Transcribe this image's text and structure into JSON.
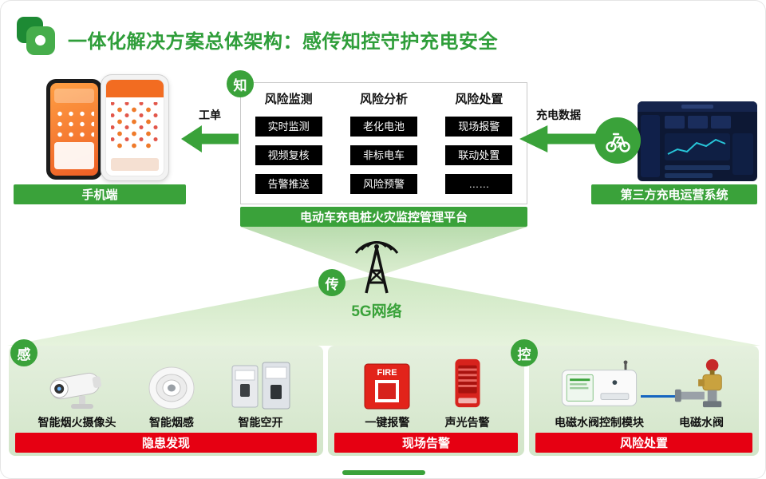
{
  "header": {
    "title": "一体化解决方案总体架构：感传知控守护充电安全"
  },
  "mobile": {
    "label": "手机端",
    "arrow_label": "工单"
  },
  "platform": {
    "badge": "知",
    "columns": [
      {
        "header": "风险监测",
        "items": [
          "实时监测",
          "视频复核",
          "告警推送"
        ]
      },
      {
        "header": "风险分析",
        "items": [
          "老化电池",
          "非标电车",
          "风险预警"
        ]
      },
      {
        "header": "风险处置",
        "items": [
          "现场报警",
          "联动处置",
          "……"
        ]
      }
    ],
    "label": "电动车充电桩火灾监控管理平台"
  },
  "third_party": {
    "label": "第三方充电运营系统",
    "arrow_label": "充电数据"
  },
  "network": {
    "badge": "传",
    "label": "5G网络"
  },
  "bottom": {
    "sense_badge": "感",
    "control_badge": "控",
    "sections": [
      {
        "label": "隐患发现",
        "devices": [
          {
            "name": "智能烟火摄像头"
          },
          {
            "name": "智能烟感"
          },
          {
            "name": "智能空开"
          }
        ]
      },
      {
        "label": "现场告警",
        "devices": [
          {
            "name": "一键报警",
            "button_text": "FIRE"
          },
          {
            "name": "声光告警"
          }
        ]
      },
      {
        "label": "风险处置",
        "devices": [
          {
            "name": "电磁水阀控制模块"
          },
          {
            "name": "电磁水阀"
          }
        ]
      }
    ]
  },
  "colors": {
    "green": "#3aa23a",
    "red": "#e60012"
  }
}
